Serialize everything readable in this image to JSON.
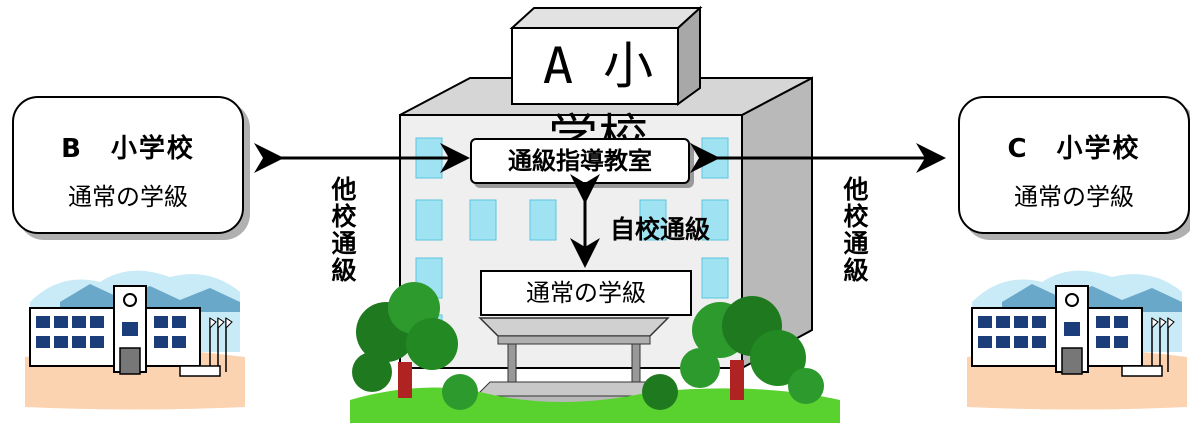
{
  "school_a": {
    "sign": "A 小学校",
    "resource_room": "通級指導教室",
    "regular_class": "通常の学級"
  },
  "self_school_label": "自校通級",
  "school_b": {
    "title": "B　小学校",
    "subtitle": "通常の学級"
  },
  "school_c": {
    "title": "C　小学校",
    "subtitle": "通常の学級"
  },
  "other_school_label_left": "他校通級",
  "other_school_label_right": "他校通級"
}
